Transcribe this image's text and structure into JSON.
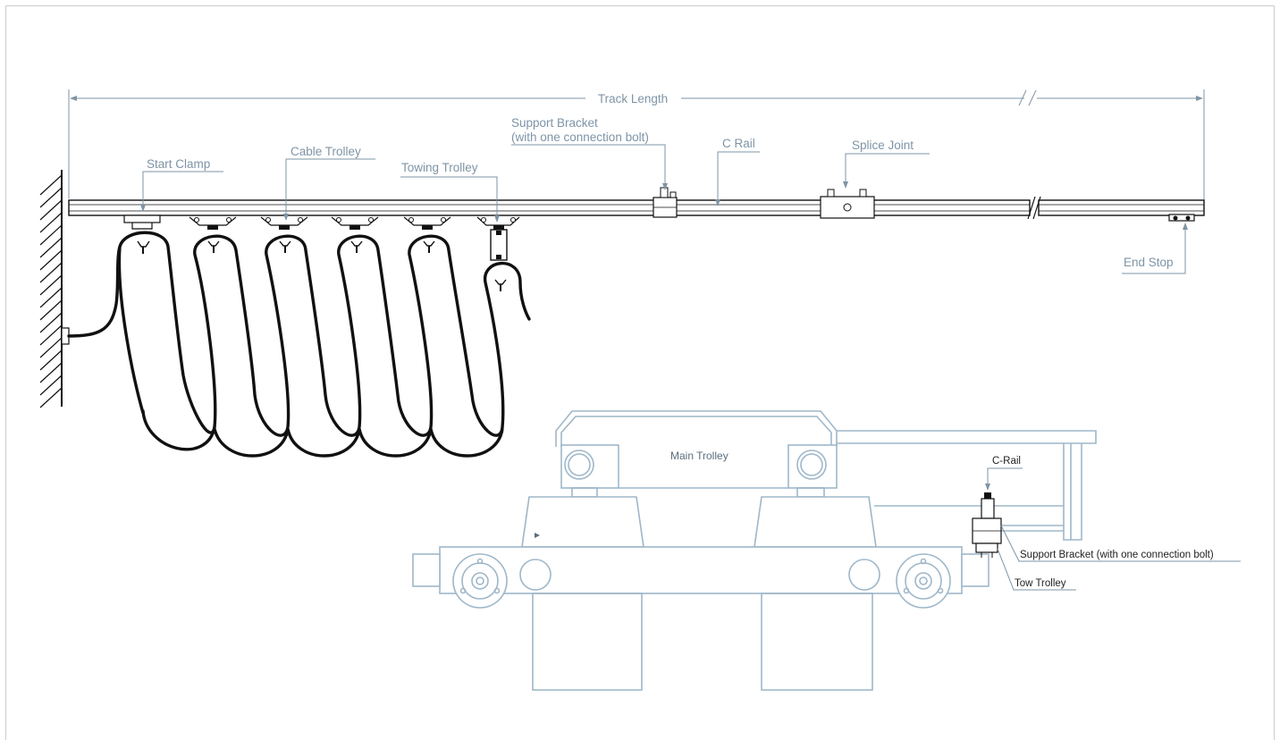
{
  "labels": {
    "track_length": "Track Length",
    "start_clamp": "Start Clamp",
    "cable_trolley": "Cable Trolley",
    "towing_trolley": "Towing Trolley",
    "support_bracket_line1": "Support Bracket",
    "support_bracket_line2": "(with one connection bolt)",
    "c_rail": "C Rail",
    "splice_joint": "Splice Joint",
    "end_stop": "End Stop"
  },
  "detail": {
    "main_trolley": "Main Trolley",
    "c_rail": "C-Rail",
    "support_bracket": "Support Bracket (with one connection bolt)",
    "tow_trolley": "Tow Trolley"
  },
  "colors": {
    "label": "#7e94a6",
    "trolley_outline": "#9fb7c9",
    "cable": "#111111",
    "frame": "#c9ccd0"
  }
}
